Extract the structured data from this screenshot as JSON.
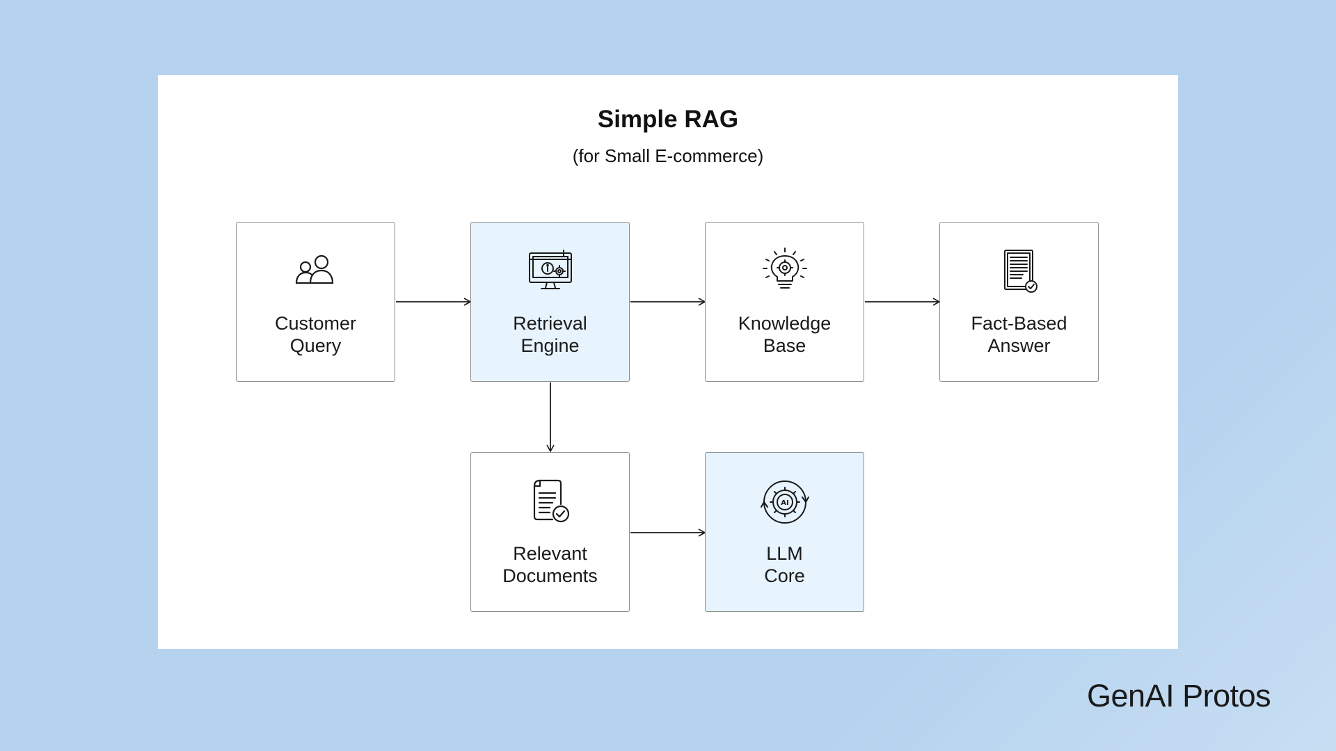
{
  "diagram": {
    "title": "Simple RAG",
    "subtitle": "(for Small E-commerce)",
    "nodes": [
      {
        "id": "customer-query",
        "line1": "Customer",
        "line2": "Query",
        "icon": "users-icon",
        "highlight": false
      },
      {
        "id": "retrieval-engine",
        "line1": "Retrieval",
        "line2": "Engine",
        "icon": "monitor-info-gear-icon",
        "highlight": true
      },
      {
        "id": "knowledge-base",
        "line1": "Knowledge",
        "line2": "Base",
        "icon": "lightbulb-gear-icon",
        "highlight": false
      },
      {
        "id": "fact-based-answer",
        "line1": "Fact-Based",
        "line2": "Answer",
        "icon": "document-check-icon",
        "highlight": false
      },
      {
        "id": "relevant-documents",
        "line1": "Relevant",
        "line2": "Documents",
        "icon": "file-check-icon",
        "highlight": false
      },
      {
        "id": "llm-core",
        "line1": "LLM",
        "line2": "Core",
        "icon": "ai-gear-icon",
        "highlight": true
      }
    ],
    "edges": [
      {
        "from": "customer-query",
        "to": "retrieval-engine"
      },
      {
        "from": "retrieval-engine",
        "to": "knowledge-base"
      },
      {
        "from": "knowledge-base",
        "to": "fact-based-answer"
      },
      {
        "from": "retrieval-engine",
        "to": "relevant-documents"
      },
      {
        "from": "relevant-documents",
        "to": "llm-core"
      }
    ],
    "colors": {
      "background": "#b5d3ef",
      "card": "#ffffff",
      "node_highlight": "#e7f3fd",
      "node_border": "#8c8c8c",
      "arrow": "#1a1a1a"
    }
  },
  "brand": {
    "logo_text": "GenAI Protos"
  }
}
